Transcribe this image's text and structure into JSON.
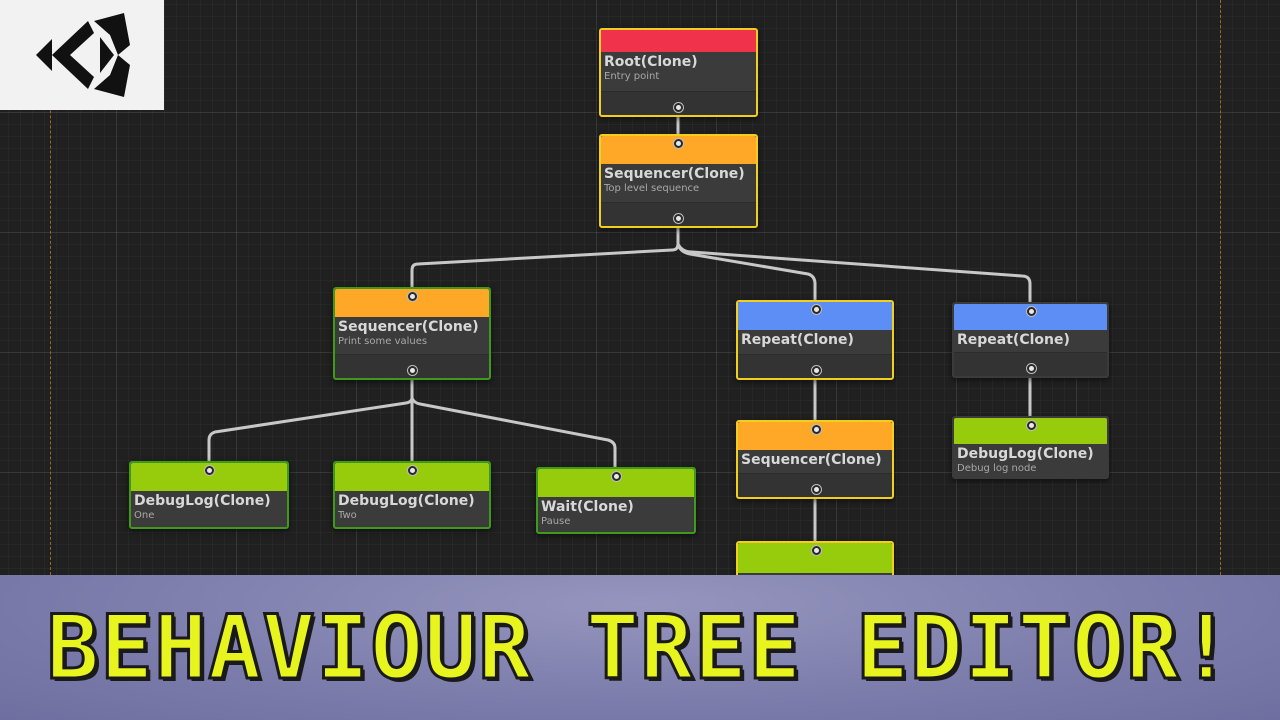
{
  "canvas": {
    "nodes": [
      {
        "id": "root",
        "title": "Root(Clone)",
        "subtitle": "Entry point",
        "color": "#f0334a"
      },
      {
        "id": "sequencer-top",
        "title": "Sequencer(Clone)",
        "subtitle": "Top level sequence",
        "color": "#ffa726"
      },
      {
        "id": "sequencer-print",
        "title": "Sequencer(Clone)",
        "subtitle": "Print some values",
        "color": "#ffa726"
      },
      {
        "id": "repeat-1",
        "title": "Repeat(Clone)",
        "subtitle": "",
        "color": "#5c8ef5"
      },
      {
        "id": "repeat-2",
        "title": "Repeat(Clone)",
        "subtitle": "",
        "color": "#5c8ef5"
      },
      {
        "id": "debuglog-one",
        "title": "DebugLog(Clone)",
        "subtitle": "One",
        "color": "#96cc0c"
      },
      {
        "id": "debuglog-two",
        "title": "DebugLog(Clone)",
        "subtitle": "Two",
        "color": "#96cc0c"
      },
      {
        "id": "wait",
        "title": "Wait(Clone)",
        "subtitle": "Pause",
        "color": "#96cc0c"
      },
      {
        "id": "sequencer-repeat",
        "title": "Sequencer(Clone)",
        "subtitle": "",
        "color": "#ffa726"
      },
      {
        "id": "debuglog-node",
        "title": "DebugLog(Clone)",
        "subtitle": "Debug log node",
        "color": "#96cc0c"
      },
      {
        "id": "partial-green",
        "title": "",
        "subtitle": "",
        "color": "#96cc0c"
      }
    ]
  },
  "banner": {
    "text": "BEHAVIOUR TREE EDITOR!",
    "text_color": "#e8f41d"
  },
  "logo": {
    "icon": "unity-logo-icon"
  }
}
